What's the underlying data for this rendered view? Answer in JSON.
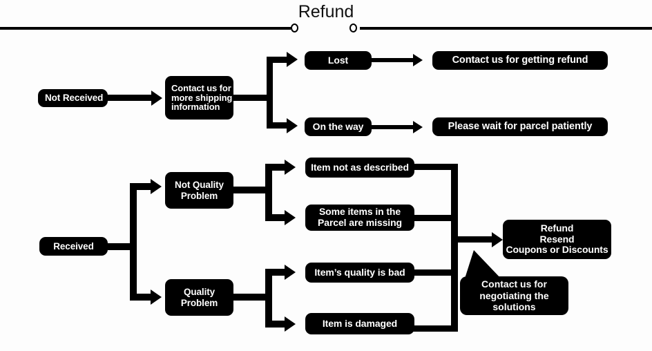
{
  "header": {
    "title": "Refund",
    "rule_color": "#000000",
    "dot_count": 2
  },
  "colors": {
    "node_fill": "#000000",
    "node_text": "#ffffff",
    "connector": "#000000",
    "background": "#fdfdfd"
  },
  "flow": {
    "branch_not_received": {
      "start_label": "Not Received",
      "action_label": "Contact us for more shipping information",
      "outcomes": [
        {
          "status": "Lost",
          "resolution": "Contact us for getting refund"
        },
        {
          "status": "On the way",
          "resolution": "Please wait for parcel patiently"
        }
      ]
    },
    "branch_received": {
      "start_label": "Received",
      "categories": [
        {
          "label": "Not Quality Problem",
          "issues": [
            "Item not as described",
            "Some items in the Parcel are missing"
          ]
        },
        {
          "label": "Quality Problem",
          "issues": [
            "Item’s quality is bad",
            "Item is damaged"
          ]
        }
      ],
      "resolution_label": "Refund\nResend\nCoupons or Discounts",
      "resolution_lines": [
        "Refund",
        "Resend",
        "Coupons or Discounts"
      ],
      "callout_lines": [
        "Contact us for",
        "negotiating the",
        "solutions"
      ]
    }
  }
}
